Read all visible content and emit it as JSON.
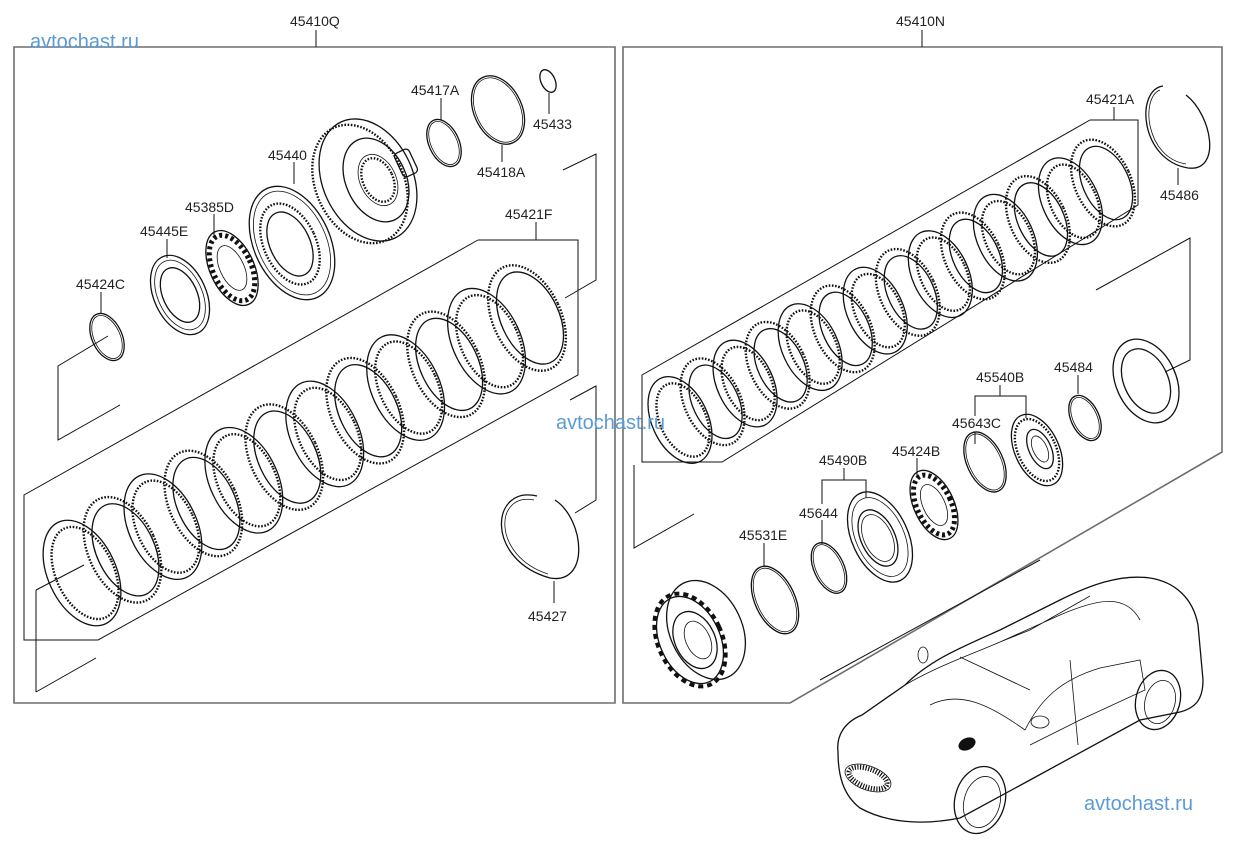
{
  "watermark": {
    "text": "avtochast.ru",
    "color": "#5b9bd5"
  },
  "groups": [
    {
      "id": "left",
      "assembly_label": "45410Q"
    },
    {
      "id": "right",
      "assembly_label": "45410N"
    }
  ],
  "parts": {
    "p45417A": "45417A",
    "p45433": "45433",
    "p45418A": "45418A",
    "p45440": "45440",
    "p45385D": "45385D",
    "p45445E": "45445E",
    "p45424C": "45424C",
    "p45421F": "45421F",
    "p45427": "45427",
    "p45421A": "45421A",
    "p45486": "45486",
    "p45540B": "45540B",
    "p45484": "45484",
    "p45643C": "45643C",
    "p45490B": "45490B",
    "p45424B": "45424B",
    "p45644": "45644",
    "p45531E": "45531E"
  }
}
